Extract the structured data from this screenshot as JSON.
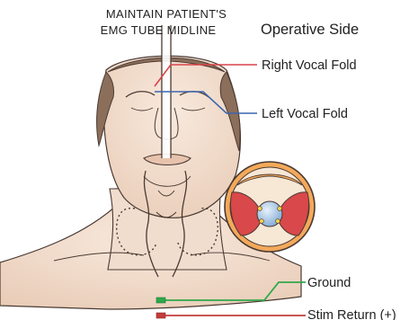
{
  "instruction": {
    "line1": "MAINTAIN PATIENT'S",
    "line2": "EMG TUBE MIDLINE"
  },
  "heading": "Operative Side",
  "labels": {
    "right_vocal_fold": "Right Vocal Fold",
    "left_vocal_fold": "Left Vocal Fold",
    "ground": "Ground",
    "stim_return": "Stim Return (+)"
  },
  "colors": {
    "right_vocal_fold_line": "#d9434b",
    "left_vocal_fold_line": "#3c66ad",
    "ground_line": "#2ea84a",
    "stim_return_line": "#c43c3c",
    "skin": "#f1ddce",
    "hair": "#8c6f5a",
    "vocal_fold_muscle": "#d9484a",
    "tube_balloon": "#a9cbe9"
  }
}
